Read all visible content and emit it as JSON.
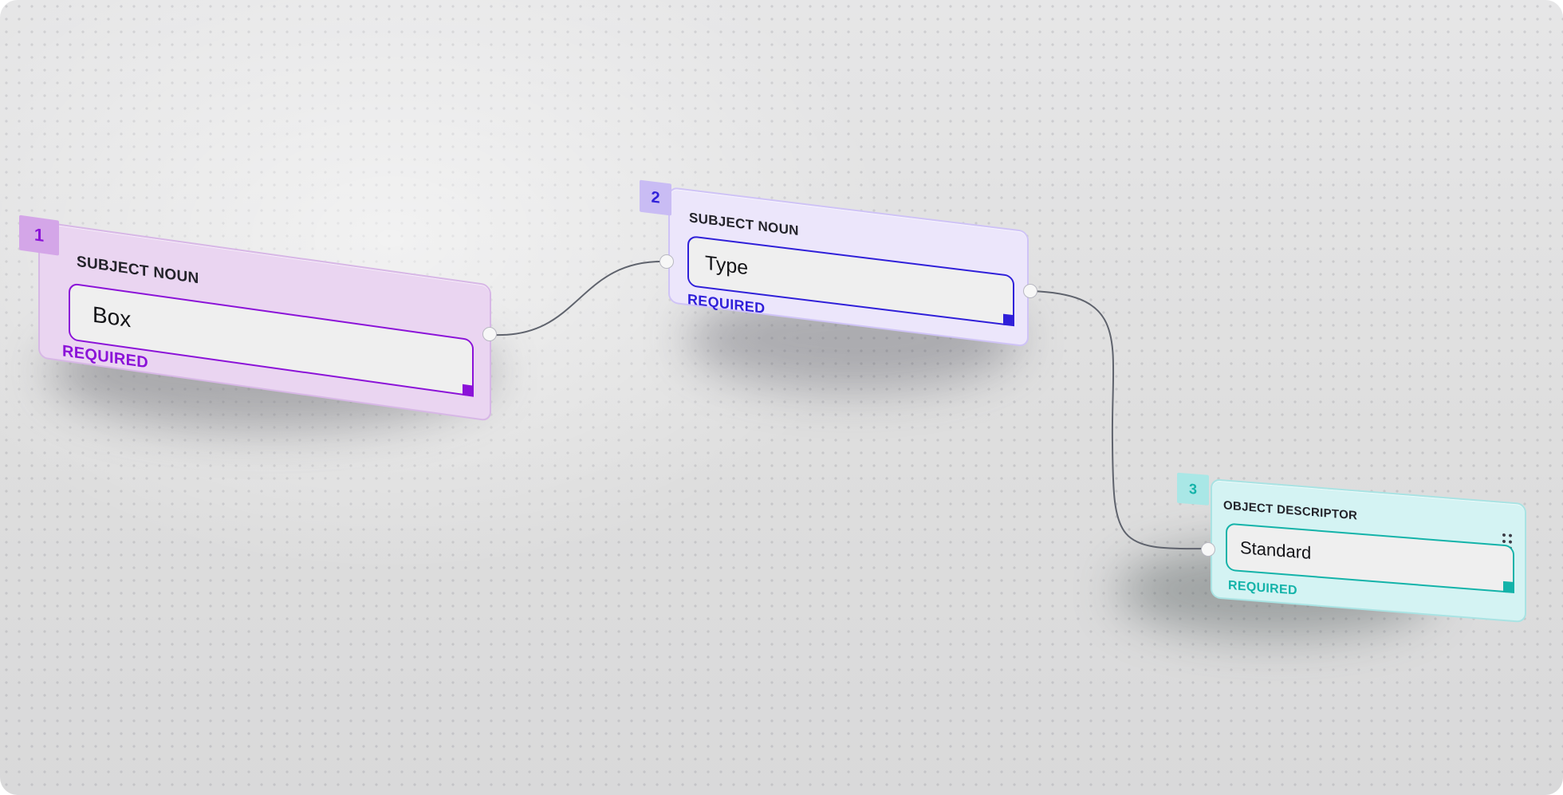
{
  "nodes": [
    {
      "number": "1",
      "title": "SUBJECT NOUN",
      "value": "Box",
      "status": "REQUIRED",
      "accent": "#8b12d8",
      "background": "#ead5f1",
      "badge_color": "#d4a6e8"
    },
    {
      "number": "2",
      "title": "SUBJECT NOUN",
      "value": "Type",
      "status": "REQUIRED",
      "accent": "#2f1fd9",
      "background": "#ece6fb",
      "badge_color": "#c9bcf4"
    },
    {
      "number": "3",
      "title": "OBJECT DESCRIPTOR",
      "value": "Standard",
      "status": "REQUIRED",
      "accent": "#13b3a9",
      "background": "#d4f3f3",
      "badge_color": "#a9e7e6"
    }
  ],
  "icons": {
    "drag_handle": "drag-handle-icon",
    "port": "connector-port"
  }
}
